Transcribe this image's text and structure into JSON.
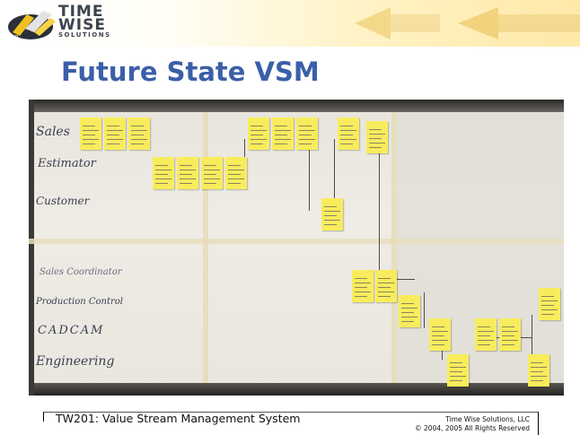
{
  "header": {
    "logo_line1": "TIME",
    "logo_line2": "WISE",
    "logo_line3": "SOLUTIONS",
    "banner_color": "#ffe9a8"
  },
  "slide": {
    "title": "Future State VSM",
    "title_color": "#3b5fa8"
  },
  "photo": {
    "row_labels_top": [
      "Sales",
      "Estimator",
      "Customer"
    ],
    "row_labels_bottom": [
      "Sales Coordinator",
      "Production Control",
      "CADCAM",
      "Engineering"
    ],
    "note_color": "#f8ec5c"
  },
  "footer": {
    "left_text": "TW201: Value Stream Management System",
    "company": "Time Wise Solutions, LLC",
    "copyright": "© 2004, 2005 All Rights Reserved"
  }
}
